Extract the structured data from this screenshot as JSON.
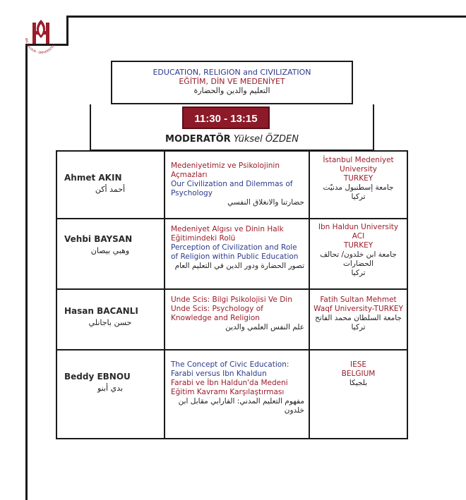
{
  "logo": {
    "ring_text_left": "IBN HALDUN",
    "ring_text_right": "ÜNİVERSİTESİ"
  },
  "session": {
    "title_en": "EDUCATION, RELIGION and CIVILIZATION",
    "title_tr": "EĞİTİM, DİN VE MEDENİYET",
    "title_ar": "التعليم والدين والحضارة",
    "time": "11:30 - 13:15",
    "moderator_label": "MODERATÖR",
    "moderator_name": "Yüksel ÖZDEN"
  },
  "rows": [
    {
      "name": "Ahmet AKIN",
      "name_ar": "أحمد أكن",
      "talk_tr": "Medeniyetimiz ve Psikolojinin Açmazları",
      "talk_en": "Our Civilization and Dilemmas of Psychology",
      "talk_ar": "حضارتنا والانغلاق النفسي",
      "inst": "İstanbul Medeniyet University",
      "country": "TURKEY",
      "inst_ar": "جامعة إسطنبول مدنيّت",
      "country_ar": "تركيا"
    },
    {
      "name": "Vehbi BAYSAN",
      "name_ar": "وهبي بيصان",
      "talk_tr": "Medeniyet Algısı ve Dinin Halk Eğitimindeki Rolü",
      "talk_en": "Perception of Civilization and Role of Religion within Public Education",
      "talk_ar": "تصور الحضارة ودور الدين في التعليم العام",
      "inst": "Ibn Haldun University",
      "inst2": "ACI",
      "country": "TURKEY",
      "inst_ar": "جامعة ابن خلدون/ تحالف الحضارات",
      "country_ar": "تركيا"
    },
    {
      "name": "Hasan BACANLI",
      "name_ar": "حسن باجانلي",
      "talk_tr": "Unde Scis: Bilgi Psikolojisi Ve Din",
      "talk_en": "Unde Scis: Psychology of Knowledge and Religion",
      "talk_ar": "علم النفس العلمي والدين",
      "inst": "Fatih Sultan Mehmet Waqf University-TURKEY",
      "inst_ar": "جامعة السلطان محمد الفاتح",
      "country_ar": "تركيا"
    },
    {
      "name": "Beddy EBNOU",
      "name_ar": "بدي أبنو",
      "talk_en": "The Concept of Civic Education: Farabi versus Ibn Khaldun",
      "talk_tr": "Farabi ve İbn Haldun'da Medeni Eğitim Kavramı Karşılaştırması",
      "talk_ar": "مفهوم التعليم المدني: الفارابي مقابل ابن خلدون",
      "inst": "IESE",
      "country": "BELGIUM",
      "inst_ar": "بلجيكا"
    }
  ],
  "colors": {
    "accent": "#9b1c2a",
    "blue": "#2b3a8c",
    "badge": "#8c1a28"
  }
}
